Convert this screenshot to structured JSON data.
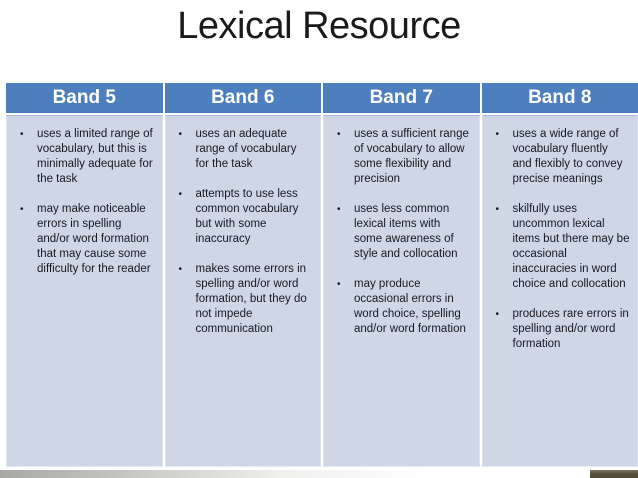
{
  "slide": {
    "title": "Lexical Resource"
  },
  "table": {
    "bullet_glyph": "•",
    "columns": [
      {
        "header": "Band 5",
        "bullets": [
          "uses a limited range of vocabulary, but this is minimally adequate for the task",
          "may make noticeable errors in spelling and/or word formation that may cause some difficulty for the reader"
        ]
      },
      {
        "header": "Band 6",
        "bullets": [
          "uses an adequate range of vocabulary for the task",
          "attempts to use less common vocabulary but with some inaccuracy",
          "makes some errors in spelling and/or word formation, but they do not impede communication"
        ]
      },
      {
        "header": "Band 7",
        "bullets": [
          "uses a sufficient range of vocabulary to allow some flexibility and precision",
          "uses less common lexical items with some awareness of style and collocation",
          "may produce occasional errors in word choice, spelling and/or word formation"
        ]
      },
      {
        "header": "Band 8",
        "bullets": [
          "uses a wide range of vocabulary fluently and flexibly to convey precise meanings",
          "skilfully uses uncommon lexical items but there may be occasional inaccuracies in word choice and collocation",
          "produces rare errors in spelling and/or word formation"
        ]
      }
    ]
  },
  "colors": {
    "header_bg": "#4d7fbe",
    "header_text": "#ffffff",
    "body_bg": "#cfd7e7",
    "body_text": "#17171f",
    "cell_border": "#a9b6d3",
    "bottom_block": "#57513c"
  }
}
